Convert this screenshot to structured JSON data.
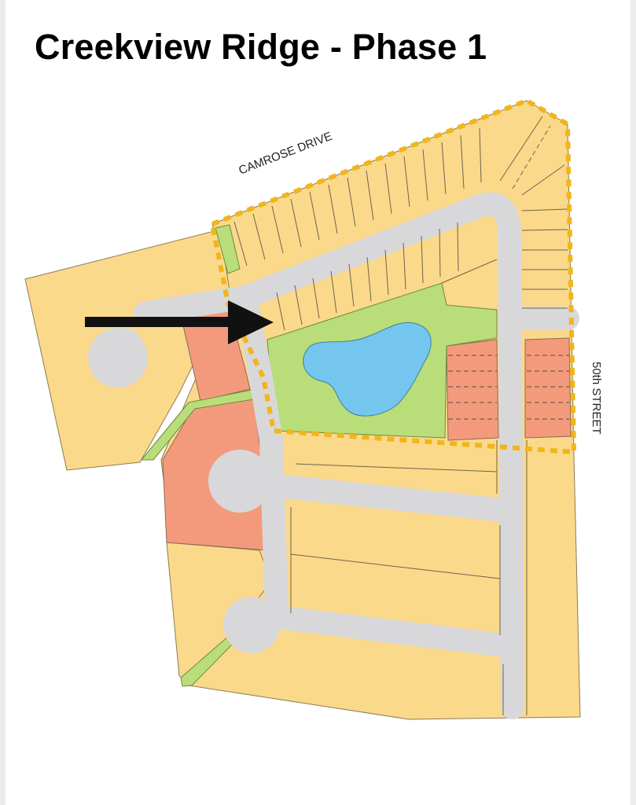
{
  "title": "Creekview Ridge - Phase 1",
  "labels": {
    "north_street": "CAMROSE DRIVE",
    "east_street": "50th STREET"
  },
  "colors": {
    "residential_lot": "#fbd98a",
    "multi_family_lot": "#f49a7c",
    "road": "#d8d8da",
    "park": "#b9dd78",
    "pond": "#74c6ee",
    "phase_boundary": "#f2b51a",
    "pointer_arrow": "#111111"
  }
}
